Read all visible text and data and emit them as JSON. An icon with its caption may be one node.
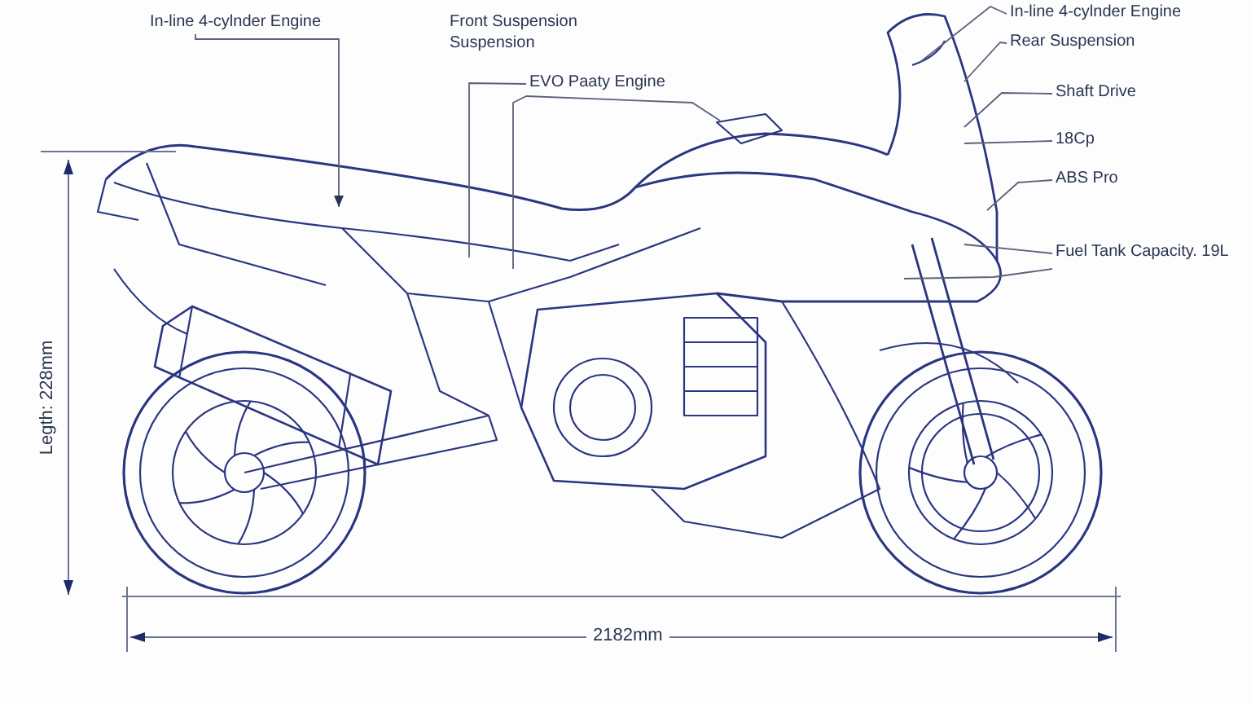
{
  "diagram": {
    "nodes": [
      {
        "text": [
          "In-line 4-cylnder Engine"
        ]
      },
      {
        "text": [
          "Front Suspension Suspension"
        ]
      },
      {
        "text": [
          "EVO Paaty Engine"
        ]
      },
      {
        "text": [
          "In-line 4-cylnder Engine"
        ]
      },
      {
        "text": [
          "Rear Suspension"
        ]
      },
      {
        "text": [
          "Shaft Drive"
        ]
      },
      {
        "text": [
          "18Cp"
        ]
      },
      {
        "text": [
          "ABS Pro"
        ]
      },
      {
        "text": [
          "Fuel Tank Capacity. 19L"
        ]
      }
    ],
    "edges": [
      {
        "from": 0,
        "to": null,
        "arrow": "to"
      },
      {
        "from": 2,
        "to": null,
        "arrow": "none"
      },
      {
        "from": 2,
        "to": null,
        "arrow": "none"
      },
      {
        "from": 2,
        "to": null,
        "arrow": "none"
      },
      {
        "from": 3,
        "to": null,
        "arrow": "none"
      },
      {
        "from": 4,
        "to": null,
        "arrow": "none"
      },
      {
        "from": 5,
        "to": null,
        "arrow": "none"
      },
      {
        "from": 6,
        "to": null,
        "arrow": "none"
      },
      {
        "from": 7,
        "to": null,
        "arrow": "none"
      },
      {
        "from": 8,
        "to": null,
        "arrow": "none"
      },
      {
        "from": 8,
        "to": null,
        "arrow": "none"
      }
    ],
    "labels": [
      "Legth: 228mm",
      "2182mm"
    ]
  }
}
